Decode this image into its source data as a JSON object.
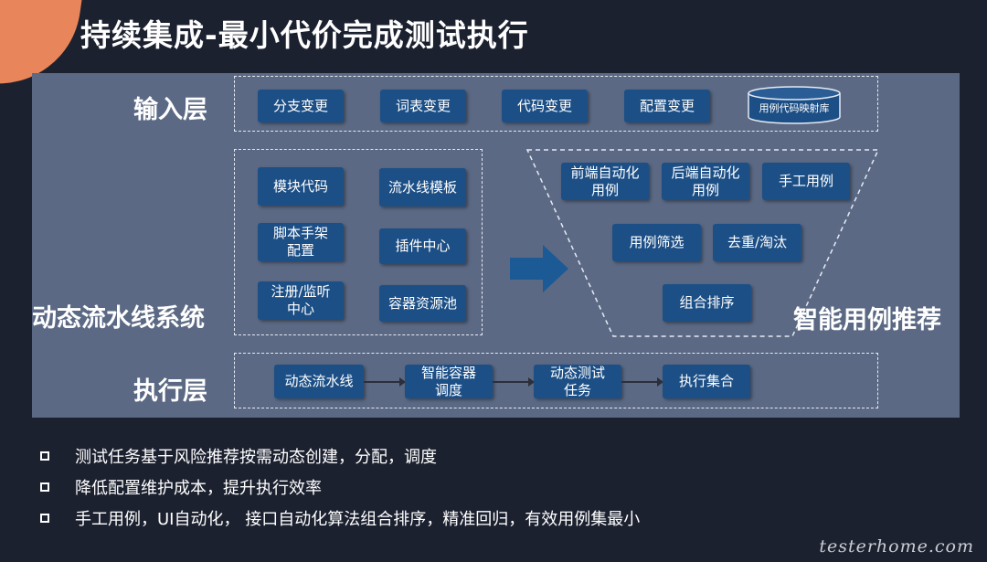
{
  "title": "持续集成-最小代价完成测试执行",
  "layers": {
    "input": "输入层",
    "pipeline": "动态流水线系统",
    "recommend": "智能用例推荐",
    "execute": "执行层"
  },
  "input_items": [
    "分支变更",
    "词表变更",
    "代码变更",
    "配置变更"
  ],
  "input_db": "用例代码映射库",
  "pipeline_items": [
    "模块代码",
    "流水线模板",
    "脚本手架\n配置",
    "插件中心",
    "注册/监听\n中心",
    "容器资源池"
  ],
  "recommend_items": [
    "前端自动化\n用例",
    "后端自动化\n用例",
    "手工用例",
    "用例筛选",
    "去重/淘汰",
    "组合排序"
  ],
  "execute_items": [
    "动态流水线",
    "智能容器\n调度",
    "动态测试\n任务",
    "执行集合"
  ],
  "bullets": [
    "测试任务基于风险推荐按需动态创建，分配，调度",
    "降低配置维护成本，提升执行效率",
    "手工用例，UI自动化， 接口自动化算法组合排序，精准回归，有效用例集最小"
  ],
  "watermark": "testerhome.com",
  "colors": {
    "panel": "#5b6984",
    "box": "#1c4f86",
    "background": "#1c2130",
    "accent": "#e8855a"
  }
}
